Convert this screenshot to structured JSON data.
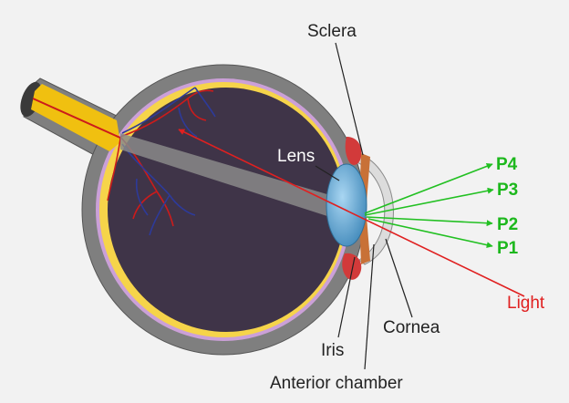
{
  "labels": {
    "sclera": "Sclera",
    "lens": "Lens",
    "p4": "P4",
    "p3": "P3",
    "p2": "P2",
    "p1": "P1",
    "light": "Light",
    "cornea": "Cornea",
    "iris": "Iris",
    "anterior_chamber": "Anterior chamber"
  },
  "colors": {
    "background": "#f2f2f2",
    "sclera": "#7f7f7f",
    "choroid": "#cba0d8",
    "retina": "#f6d44a",
    "vitreous": "#3f3448",
    "nerve": "#f0c010",
    "lens": "#5aa3cf",
    "iris": "#c87137",
    "cornea": "#d8d8d8",
    "reflection": "#22c022",
    "light": "#e02020",
    "vessel_red": "#cc1b1b",
    "vessel_blue": "#2d3a9a"
  }
}
